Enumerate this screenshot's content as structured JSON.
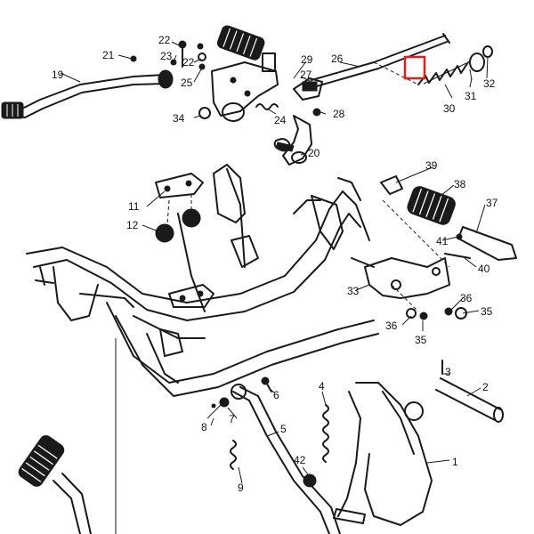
{
  "diagram": {
    "highlight_color": "#e0201b",
    "line_color": "#1a1a1a",
    "labels": [
      {
        "id": "l1",
        "text": "1"
      },
      {
        "id": "l2",
        "text": "2"
      },
      {
        "id": "l3",
        "text": "3"
      },
      {
        "id": "l4",
        "text": "4"
      },
      {
        "id": "l5",
        "text": "5"
      },
      {
        "id": "l6",
        "text": "6"
      },
      {
        "id": "l7",
        "text": "7"
      },
      {
        "id": "l8",
        "text": "8"
      },
      {
        "id": "l9",
        "text": "9"
      },
      {
        "id": "l11",
        "text": "11"
      },
      {
        "id": "l12",
        "text": "12"
      },
      {
        "id": "l19",
        "text": "19"
      },
      {
        "id": "l20",
        "text": "20"
      },
      {
        "id": "l21",
        "text": "21"
      },
      {
        "id": "l22a",
        "text": "22"
      },
      {
        "id": "l22b",
        "text": "22"
      },
      {
        "id": "l23",
        "text": "23"
      },
      {
        "id": "l24",
        "text": "24"
      },
      {
        "id": "l25",
        "text": "25"
      },
      {
        "id": "l26",
        "text": "26"
      },
      {
        "id": "l27",
        "text": "27"
      },
      {
        "id": "l28",
        "text": "28"
      },
      {
        "id": "l29",
        "text": "29"
      },
      {
        "id": "l30",
        "text": "30"
      },
      {
        "id": "l31",
        "text": "31"
      },
      {
        "id": "l32",
        "text": "32"
      },
      {
        "id": "l33",
        "text": "33"
      },
      {
        "id": "l34",
        "text": "34"
      },
      {
        "id": "l35a",
        "text": "35"
      },
      {
        "id": "l35b",
        "text": "35"
      },
      {
        "id": "l36a",
        "text": "36"
      },
      {
        "id": "l36b",
        "text": "36"
      },
      {
        "id": "l37",
        "text": "37"
      },
      {
        "id": "l38",
        "text": "38"
      },
      {
        "id": "l39",
        "text": "39"
      },
      {
        "id": "l40",
        "text": "40"
      },
      {
        "id": "l41",
        "text": "41"
      },
      {
        "id": "l42",
        "text": "42"
      }
    ]
  }
}
